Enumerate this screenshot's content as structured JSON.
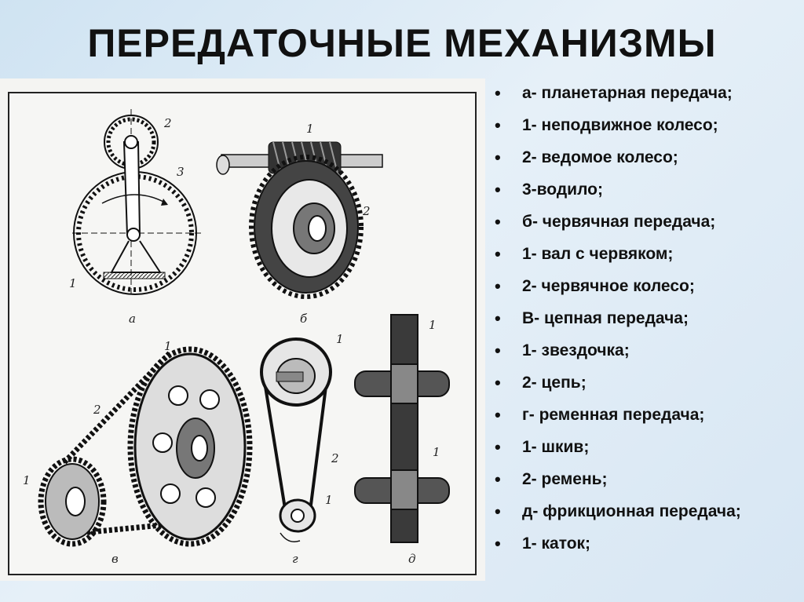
{
  "slide": {
    "title": "ПЕРЕДАТОЧНЫЕ МЕХАНИЗМЫ"
  },
  "figure": {
    "letters": {
      "a": "а",
      "b": "б",
      "v": "в",
      "g": "г",
      "d": "д"
    },
    "numbers": {
      "one": "1",
      "two": "2",
      "three": "3"
    }
  },
  "legend": {
    "items": [
      "а- планетарная передача;",
      "1- неподвижное колесо;",
      "2- ведомое колесо;",
      "3-водило;",
      "б- червячная передача;",
      "1- вал с червяком;",
      "2- червячное колесо;",
      "В- цепная передача;",
      "1- звездочка;",
      "2- цепь;",
      "г- ременная передача;",
      "1- шкив;",
      "2- ремень;",
      "д- фрикционная передача;",
      "1- каток;"
    ],
    "bullet": "•"
  },
  "colors": {
    "text": "#111111",
    "background": "#dbe8f4",
    "figure_bg": "#f6f6f4"
  }
}
